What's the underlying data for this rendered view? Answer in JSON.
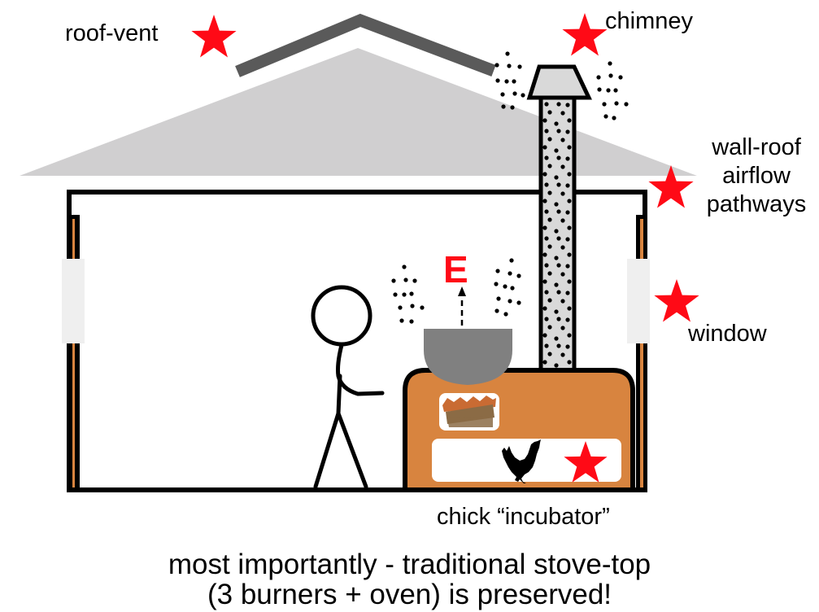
{
  "diagram": {
    "labels": {
      "roof_vent": "roof-vent",
      "chimney": "chimney",
      "wall_roof_line1": "wall-roof",
      "wall_roof_line2": "airflow",
      "wall_roof_line3": "pathways",
      "window": "window",
      "chick_incubator": "chick “incubator”",
      "energy": "E"
    },
    "caption": {
      "line1": "most importantly - traditional stove-top",
      "line2": "(3 burners + oven) is preserved!"
    },
    "colors": {
      "star": "#ff0a16",
      "roof": "#d0cfd0",
      "roof_vent_bar": "#5a5a5a",
      "chimney_fill": "#d9d9d9",
      "stove": "#d8843f",
      "pot": "#808080",
      "window_pane": "#efefef",
      "wall_wood": "#d8843f"
    },
    "markers": [
      {
        "name": "roof-vent-star"
      },
      {
        "name": "chimney-star"
      },
      {
        "name": "wall-roof-star"
      },
      {
        "name": "window-star"
      },
      {
        "name": "incubator-star"
      }
    ]
  }
}
